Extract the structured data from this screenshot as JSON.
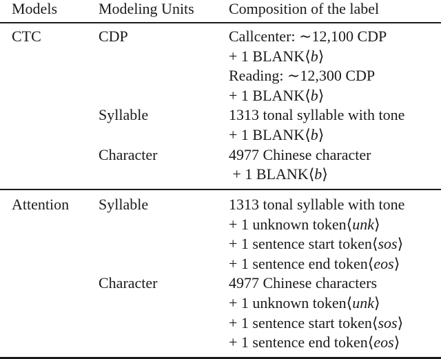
{
  "table": {
    "headers": [
      "Models",
      "Modeling Units",
      "Composition of the label"
    ],
    "sections": [
      {
        "model": "CTC",
        "units": [
          {
            "unit": "CDP",
            "lines": [
              {
                "text": "Callcenter: ∼12,100 CDP",
                "token": ""
              },
              {
                "text": "+ 1 BLANK",
                "token": "b"
              },
              {
                "text": "Reading: ∼12,300 CDP",
                "token": ""
              },
              {
                "text": "+ 1 BLANK",
                "token": "b"
              }
            ]
          },
          {
            "unit": "Syllable",
            "lines": [
              {
                "text": "1313 tonal syllable with tone",
                "token": ""
              },
              {
                "text": "+ 1 BLANK",
                "token": "b"
              }
            ]
          },
          {
            "unit": "Character",
            "lines": [
              {
                "text": "4977 Chinese character",
                "token": ""
              },
              {
                "text": " + 1 BLANK",
                "token": "b"
              }
            ]
          }
        ]
      },
      {
        "model": "Attention",
        "units": [
          {
            "unit": "Syllable",
            "lines": [
              {
                "text": "1313 tonal syllable with tone",
                "token": ""
              },
              {
                "text": "+ 1 unknown token",
                "token": "unk"
              },
              {
                "text": "+ 1 sentence start token",
                "token": "sos"
              },
              {
                "text": "+ 1 sentence end token",
                "token": "eos"
              }
            ]
          },
          {
            "unit": "Character",
            "lines": [
              {
                "text": "4977 Chinese characters",
                "token": ""
              },
              {
                "text": "+ 1 unknown token",
                "token": "unk"
              },
              {
                "text": "+ 1 sentence start token",
                "token": "sos"
              },
              {
                "text": "+ 1 sentence end token",
                "token": "eos"
              }
            ]
          }
        ]
      }
    ],
    "angle_open": "⟨",
    "angle_close": "⟩"
  }
}
